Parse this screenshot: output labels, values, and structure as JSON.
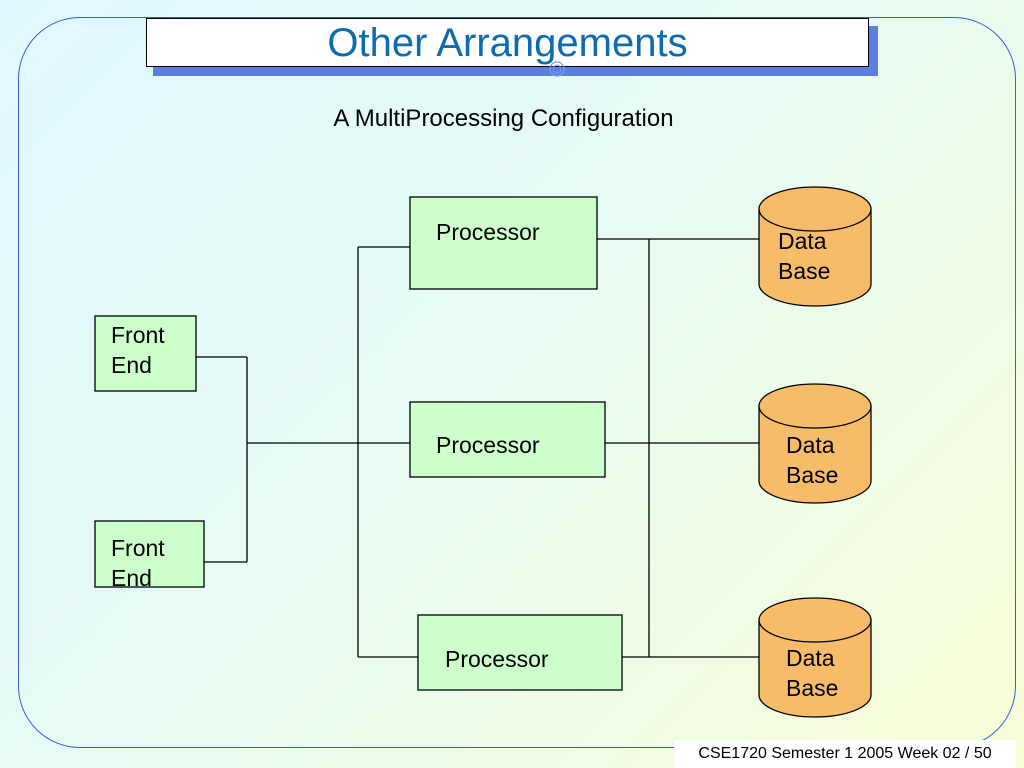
{
  "slide": {
    "title": "Other Arrangements",
    "subtitle": "A MultiProcessing Configuration",
    "footer": "CSE1720 Semester 1 2005 Week 02 / 50"
  },
  "diagram": {
    "front_ends": [
      {
        "line1": "Front",
        "line2": "End"
      },
      {
        "line1": "Front",
        "line2": "End"
      }
    ],
    "processors": [
      {
        "label": "Processor"
      },
      {
        "label": "Processor"
      },
      {
        "label": "Processor"
      }
    ],
    "databases": [
      {
        "line1": "Data",
        "line2": "Base"
      },
      {
        "line1": "Data",
        "line2": "Base"
      },
      {
        "line1": "Data",
        "line2": "Base"
      }
    ],
    "colors": {
      "box_fill": "#ccffcc",
      "database_fill": "#f6bc6a",
      "title_color": "#0d6bb0",
      "frame_color": "#3b5bd6"
    }
  }
}
